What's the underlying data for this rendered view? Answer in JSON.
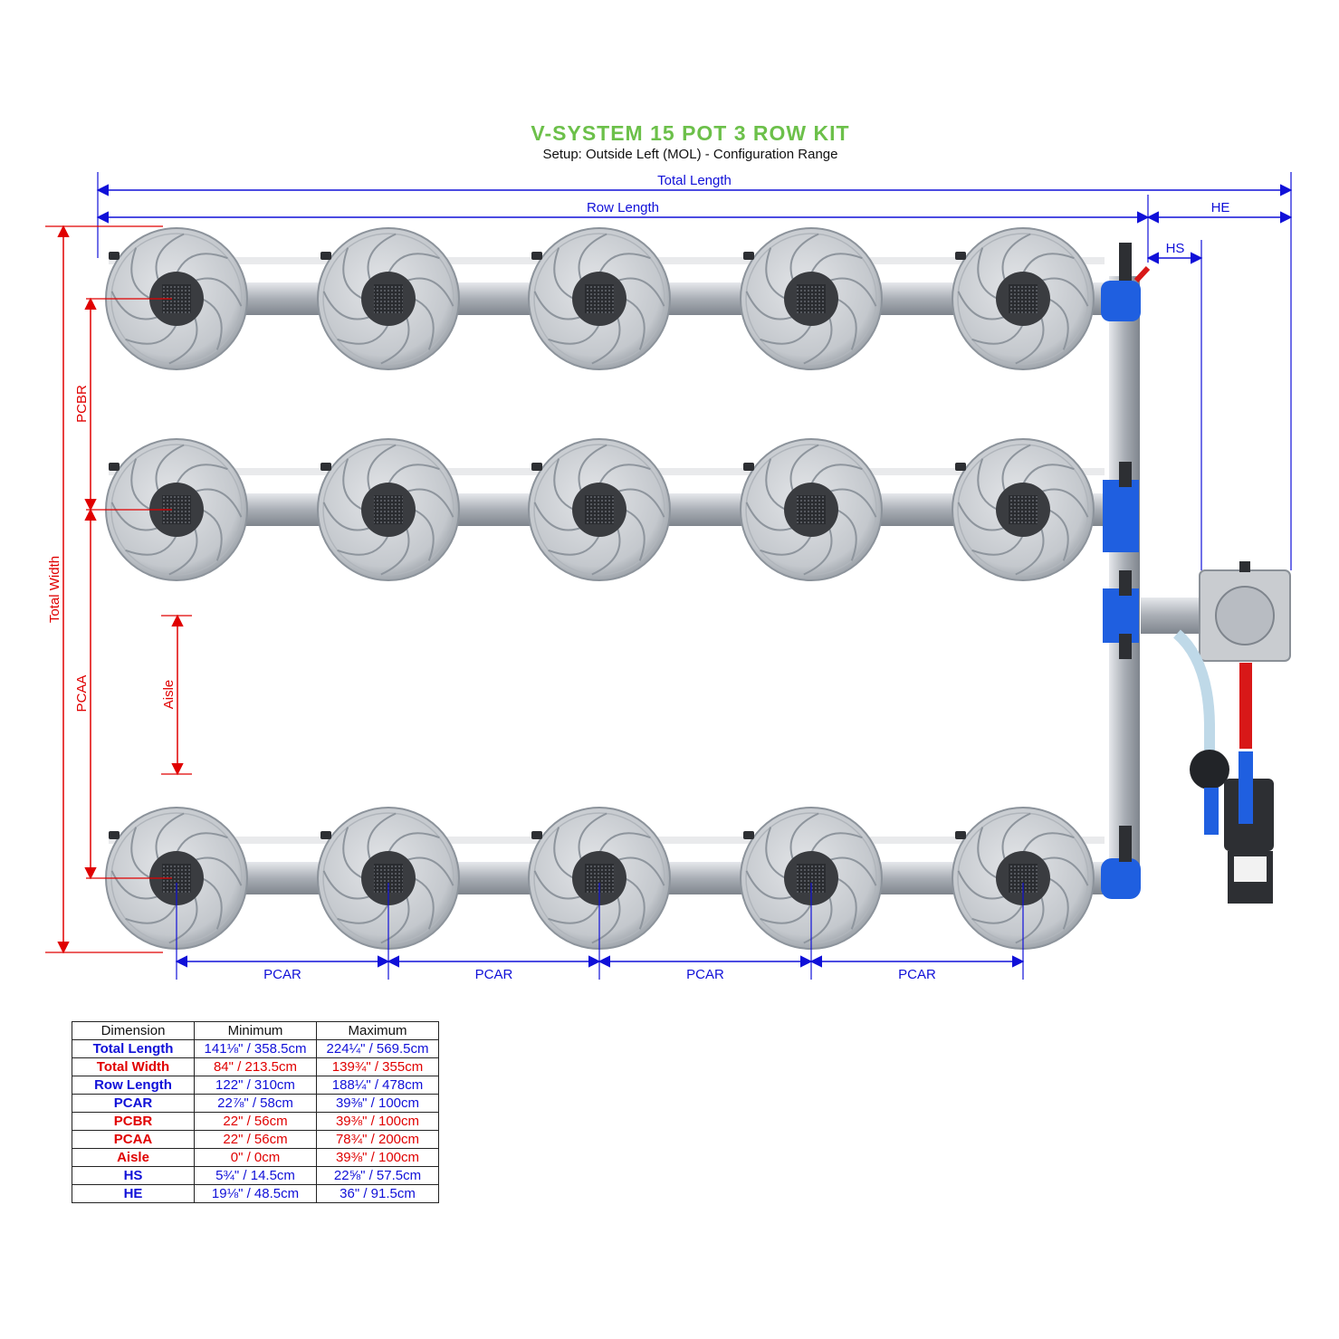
{
  "header": {
    "title": "V-SYSTEM 15 POT 3 ROW KIT",
    "subtitle": "Setup: Outside Left (MOL) - Configuration Range"
  },
  "labels": {
    "total_length": "Total Length",
    "row_length": "Row Length",
    "he": "HE",
    "hs": "HS",
    "total_width": "Total Width",
    "pcbr": "PCBR",
    "pcaa": "PCAA",
    "aisle": "Aisle",
    "pcar": "PCAR"
  },
  "colors": {
    "blue_dimension": "#1010d8",
    "red_dimension": "#e00000",
    "title_green": "#6cc04a",
    "pot_gray": "#c9ccd0",
    "fitting_blue": "#1f5fe0",
    "hose_red": "#d81818"
  },
  "layout_info": {
    "rows": 3,
    "pots_per_row": 5
  },
  "table": {
    "headers": [
      "Dimension",
      "Minimum",
      "Maximum"
    ],
    "rows": [
      {
        "name": "Total Length",
        "min": "141⅛\" / 358.5cm",
        "max": "224¼\" / 569.5cm",
        "color": "blue"
      },
      {
        "name": "Total Width",
        "min": "84\" / 213.5cm",
        "max": "139¾\" / 355cm",
        "color": "red"
      },
      {
        "name": "Row Length",
        "min": "122\" / 310cm",
        "max": "188¼\" / 478cm",
        "color": "blue"
      },
      {
        "name": "PCAR",
        "min": "22⅞\" / 58cm",
        "max": "39⅜\" / 100cm",
        "color": "blue"
      },
      {
        "name": "PCBR",
        "min": "22\" / 56cm",
        "max": "39⅜\" / 100cm",
        "color": "red"
      },
      {
        "name": "PCAA",
        "min": "22\" / 56cm",
        "max": "78¾\" / 200cm",
        "color": "red"
      },
      {
        "name": "Aisle",
        "min": "0\" / 0cm",
        "max": "39⅜\" / 100cm",
        "color": "red"
      },
      {
        "name": "HS",
        "min": "5¾\" / 14.5cm",
        "max": "22⅝\" / 57.5cm",
        "color": "blue"
      },
      {
        "name": "HE",
        "min": "19⅛\" / 48.5cm",
        "max": "36\" / 91.5cm",
        "color": "blue"
      }
    ]
  }
}
